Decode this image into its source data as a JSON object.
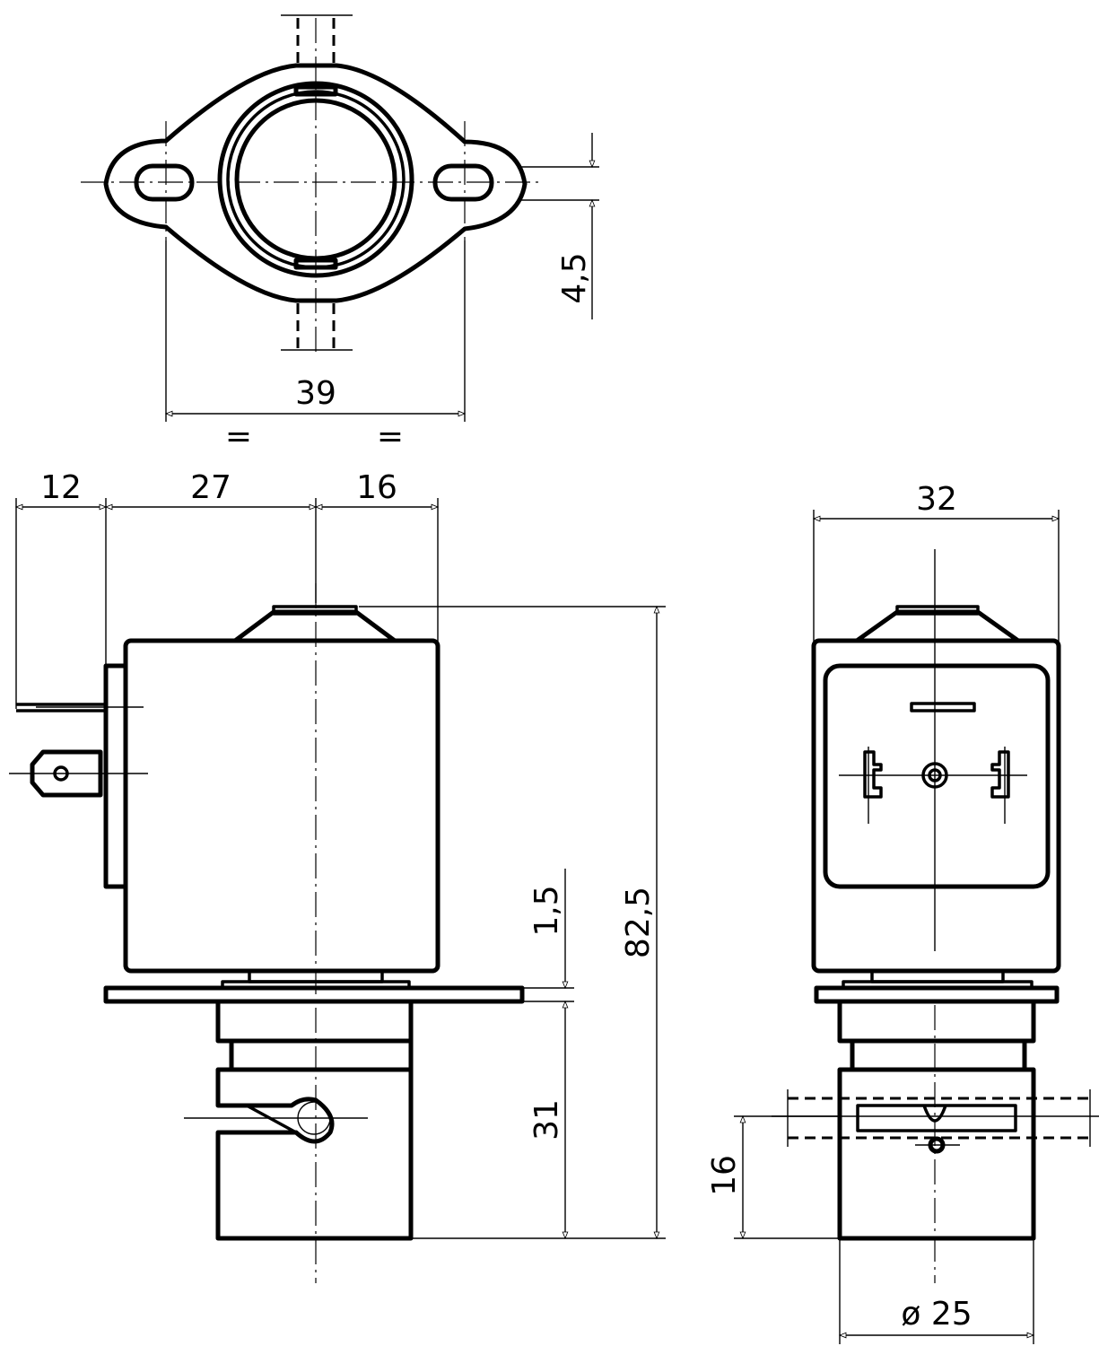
{
  "dimensions": {
    "top_slot_height": "4,5",
    "top_hole_spacing": "39",
    "top_equal_mark": "=",
    "side_offset_12": "12",
    "side_offset_27": "27",
    "side_offset_16": "16",
    "front_width": "32",
    "plate_thickness": "1,5",
    "total_height": "82,5",
    "body_height": "31",
    "port_height": "16",
    "port_diameter": "ø 25"
  }
}
